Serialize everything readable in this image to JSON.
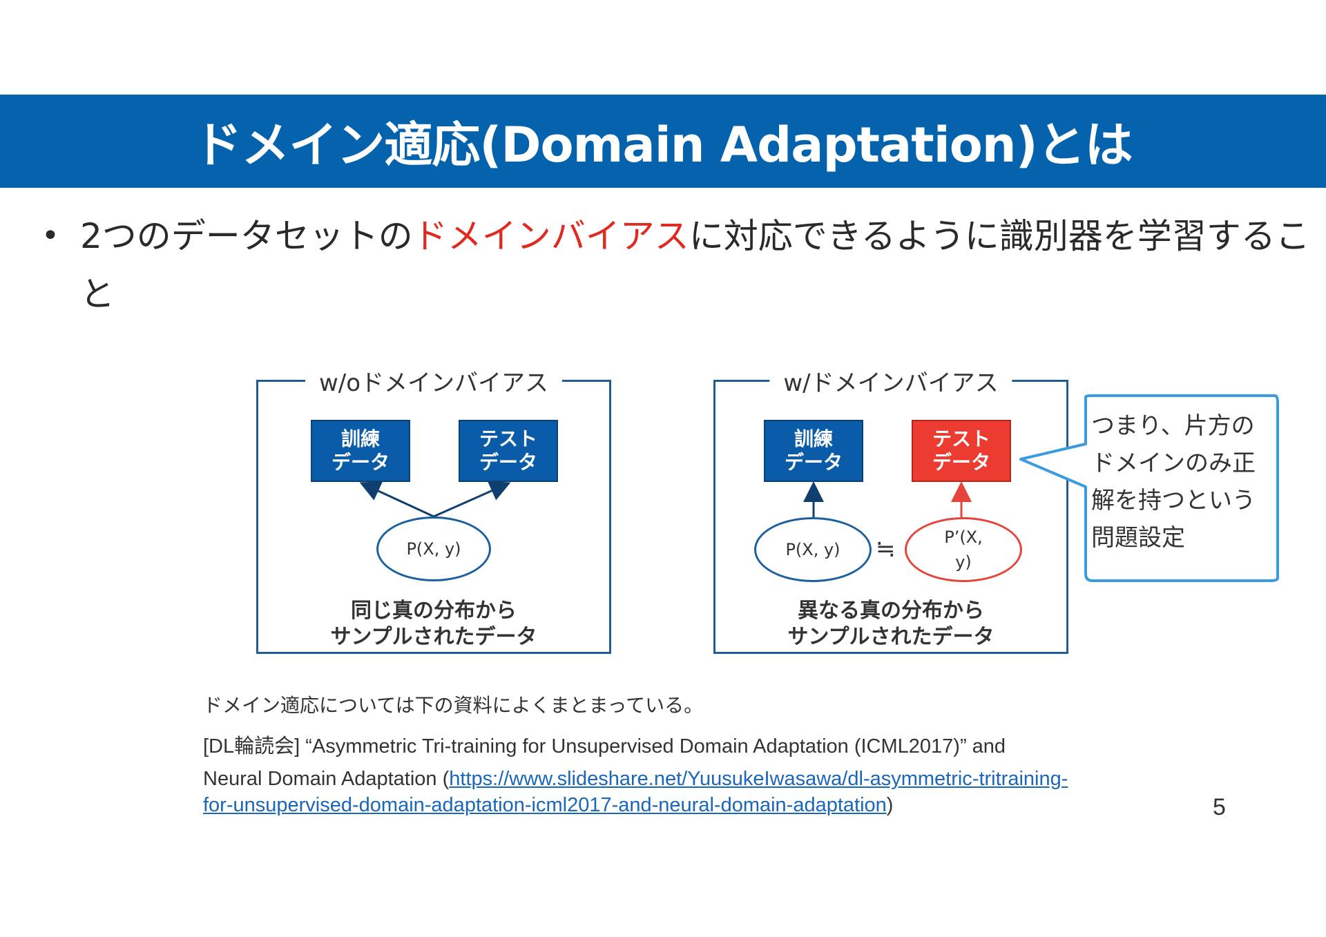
{
  "title": "ドメイン適応(Domain Adaptation)とは",
  "bullet": {
    "marker": "•",
    "prefix": "2つのデータセットの",
    "highlight": "ドメインバイアス",
    "suffix": "に対応できるように識別器を学習すること"
  },
  "colors": {
    "banner": "#0562ad",
    "highlight": "#e02a1f",
    "box_blue": "#0a5ca8",
    "box_red": "#ec3b30"
  },
  "diagram": {
    "left": {
      "title": "w/oドメインバイアス",
      "train_box": [
        "訓練",
        "データ"
      ],
      "test_box": [
        "テスト",
        "データ"
      ],
      "distribution": "P(X, y)",
      "caption": [
        "同じ真の分布から",
        "サンプルされたデータ"
      ]
    },
    "right": {
      "title": "w/ドメインバイアス",
      "train_box": [
        "訓練",
        "データ"
      ],
      "test_box": [
        "テスト",
        "データ"
      ],
      "distribution_a": "P(X, y)",
      "relation": "≒",
      "distribution_b": [
        "P’(X,",
        "y)"
      ],
      "caption": [
        "異なる真の分布から",
        "サンプルされたデータ"
      ]
    },
    "callout": "つまり、片方のドメインのみ正解を持つという問題設定"
  },
  "references": {
    "intro": "ドメイン適応については下の資料によくまとまっている。",
    "line1": "[DL輪読会] “Asymmetric Tri-training for Unsupervised Domain Adaptation (ICML2017)” and",
    "line2_prefix": "Neural Domain Adaptation (",
    "link_part1": "https://www.slideshare.net/YuusukeIwasawa/dl-asymmetric-tritraining-",
    "link_part2": "for-unsupervised-domain-adaptation-icml2017-and-neural-domain-adaptation",
    "line3_suffix": ")"
  },
  "page_number": "5"
}
